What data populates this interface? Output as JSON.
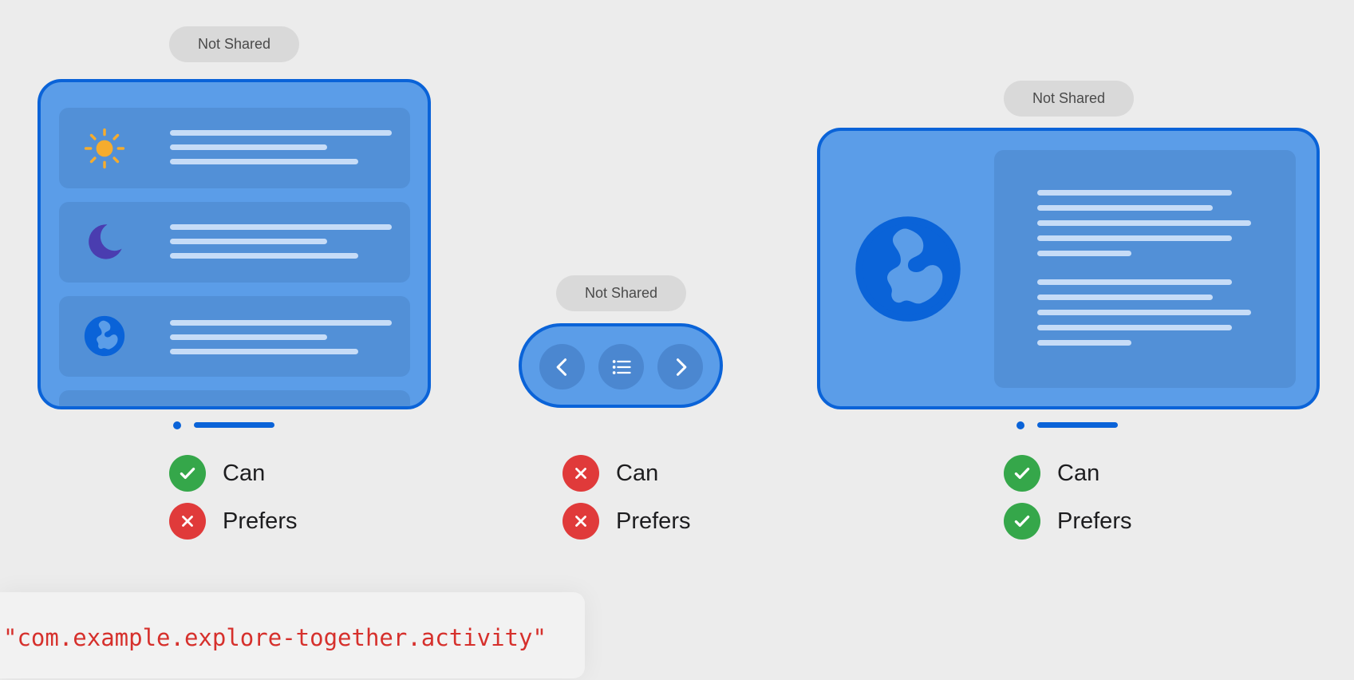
{
  "panels": [
    {
      "badge": "Not Shared",
      "can_label": "Can",
      "can": true,
      "prefers_label": "Prefers",
      "prefers": false
    },
    {
      "badge": "Not Shared",
      "can_label": "Can",
      "can": false,
      "prefers_label": "Prefers",
      "prefers": false
    },
    {
      "badge": "Not Shared",
      "can_label": "Can",
      "can": true,
      "prefers_label": "Prefers",
      "prefers": true
    }
  ],
  "activity_identifier": "\"com.example.explore-together.activity\"",
  "colors": {
    "background": "#ececec",
    "window_fill": "#5b9de8",
    "window_border": "#0a63d8",
    "check_green": "#35a74a",
    "cross_red": "#e03a3a",
    "code_red": "#d6302c"
  },
  "icons": [
    "sun-icon",
    "moon-icon",
    "globe-icon",
    "chevron-left-icon",
    "list-icon",
    "chevron-right-icon",
    "checkmark-icon",
    "xmark-icon"
  ]
}
